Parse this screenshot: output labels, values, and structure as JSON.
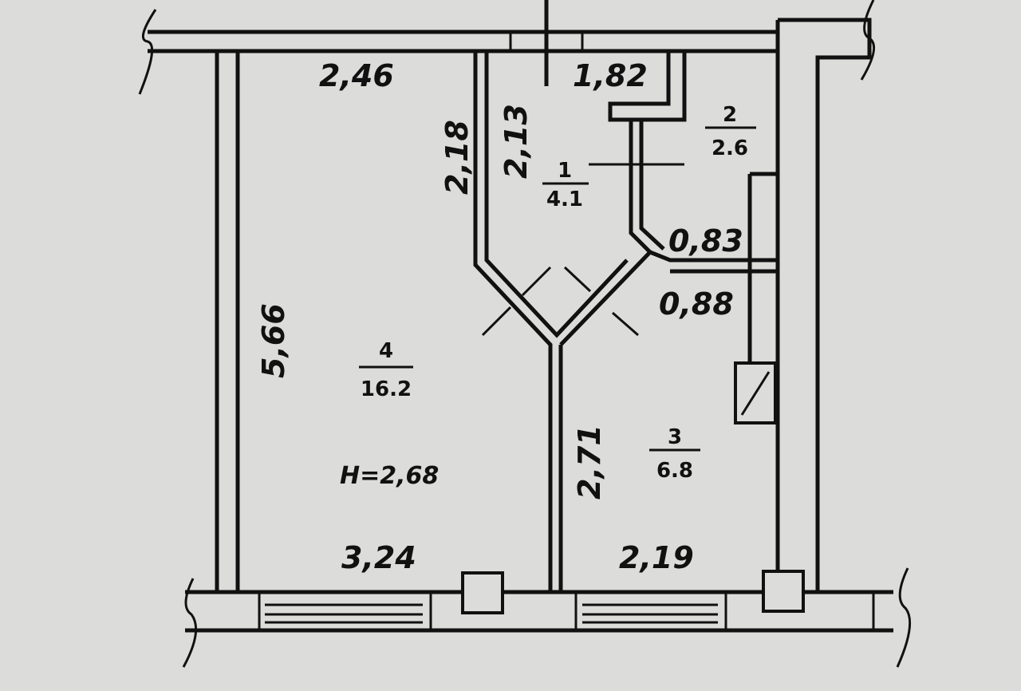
{
  "dimensions": {
    "room4_width_top": "2,46",
    "room1_width_top": "1,82",
    "room4_left_height": "5,66",
    "corridor_left": "2,18",
    "corridor_right": "2,13",
    "room2_passage_width": "0,83",
    "room3_passage_width": "0,88",
    "room3_height": "2,71",
    "room4_width_bottom": "3,24",
    "room3_width_bottom": "2,19"
  },
  "rooms": [
    {
      "number": "1",
      "area": "4.1"
    },
    {
      "number": "2",
      "area": "2.6"
    },
    {
      "number": "3",
      "area": "6.8"
    },
    {
      "number": "4",
      "area": "16.2"
    }
  ],
  "ceiling_height": "H=2,68",
  "colors": {
    "background": "#dcdcda",
    "line": "#111111"
  }
}
